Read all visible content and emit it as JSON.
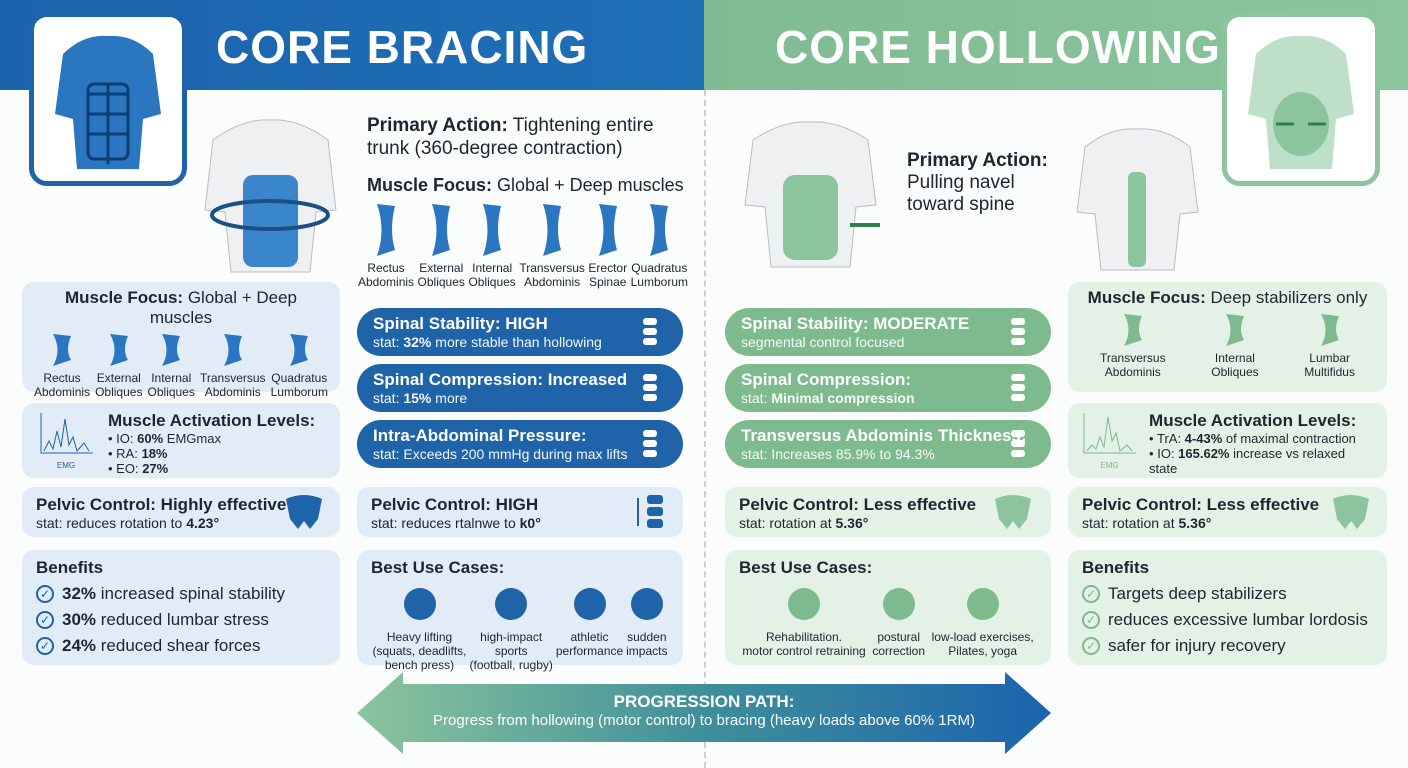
{
  "colors": {
    "bracing": "#1f63a9",
    "hollowing": "#7dba8e"
  },
  "bracing": {
    "title": "CORE BRACING",
    "primary_action": {
      "label": "Primary Action:",
      "text": "Tightening entire trunk (360-degree contraction)"
    },
    "muscle_focus_top": {
      "label": "Muscle Focus:",
      "text": "Global + Deep muscles",
      "muscles": [
        [
          "Rectus",
          "Abdominis"
        ],
        [
          "External",
          "Obliques"
        ],
        [
          "Internal",
          "Obliques"
        ],
        [
          "Transversus",
          "Abdominis"
        ],
        [
          "Erector",
          "Spinae"
        ],
        [
          "Quadratus",
          "Lumborum"
        ]
      ]
    },
    "muscle_focus": {
      "label": "Muscle Focus:",
      "text": "Global + Deep muscles",
      "muscles": [
        [
          "Rectus",
          "Abdominis"
        ],
        [
          "External",
          "Obliques"
        ],
        [
          "Internal",
          "Obliques"
        ],
        [
          "Transversus",
          "Abdominis"
        ],
        [
          "Quadratus",
          "Lumborum"
        ]
      ]
    },
    "activation": {
      "title": "Muscle Activation Levels:",
      "emg_label": "EMG",
      "items": [
        [
          "IO: ",
          "60%",
          " EMGmax"
        ],
        [
          "RA: ",
          "18%",
          ""
        ],
        [
          "EO: ",
          "27%",
          ""
        ]
      ]
    },
    "pelvic_card": {
      "title": "Pelvic Control: Highly effective",
      "stat": "stat: reduces rotation to ",
      "value": "4.23°"
    },
    "pills": [
      {
        "title": "Spinal Stability: HIGH",
        "stat": "stat: ",
        "bold": "32%",
        "rest": " more stable than hollowing",
        "icon": "spine-icon"
      },
      {
        "title": "Spinal Compression: Increased",
        "stat": "stat: ",
        "bold": "15%",
        "rest": " more",
        "icon": "compressed-spine-icon"
      },
      {
        "title": "Intra-Abdominal Pressure:",
        "stat": "stat: ",
        "bold": "",
        "rest": "Exceeds 200 mmHg during max lifts",
        "icon": "gauge-icon"
      }
    ],
    "pelvic_mid": {
      "title": "Pelvic Control: HIGH",
      "stat": "stat: reduces rtalnwe to ",
      "value": "k0°"
    },
    "benefits": {
      "title": "Benefits",
      "items": [
        [
          "32%",
          " increased spinal stability"
        ],
        [
          "30%",
          " reduced lumbar stress"
        ],
        [
          "24%",
          " reduced shear forces"
        ]
      ]
    },
    "use_cases": {
      "title": "Best Use Cases:",
      "items": [
        [
          "Heavy lifting",
          "(squats, deadlifts,",
          "bench press)"
        ],
        [
          "high-impact",
          "sports",
          "(football, rugby)"
        ],
        [
          "athletic",
          "performance",
          ""
        ],
        [
          "sudden",
          "impacts",
          ""
        ]
      ]
    }
  },
  "hollowing": {
    "title": "CORE HOLLOWING",
    "primary_action": {
      "label": "Primary Action:",
      "line1": "Pulling navel",
      "line2": "toward spine"
    },
    "pills": [
      {
        "title": "Spinal Stability: MODERATE",
        "stat": "segmental control focused",
        "bold": "",
        "rest": "",
        "icon": "spine-waves-icon"
      },
      {
        "title": "Spinal Compression:",
        "stat": "stat: ",
        "bold": "Minimal compression",
        "rest": "",
        "icon": "spine-arrows-icon"
      },
      {
        "title": "Transversus Abdominis Thickness:",
        "stat": "stat: Increases 85.9% to 94.3%",
        "bold": "",
        "rest": "",
        "icon": "muscle-fiber-icon"
      }
    ],
    "pelvic_mid": {
      "title": "Pelvic Control: Less effective",
      "stat": "stat: rotation at ",
      "value": "5.36°"
    },
    "use_cases": {
      "title": "Best Use Cases:",
      "items": [
        [
          "Rehabilitation.",
          "motor control retraining"
        ],
        [
          "postural",
          "correction"
        ],
        [
          "low-load exercises,",
          "Pilates, yoga"
        ]
      ]
    },
    "muscle_focus": {
      "label": "Muscle Focus:",
      "text": "Deep stabilizers only",
      "muscles": [
        [
          "Transversus",
          "Abdominis"
        ],
        [
          "Internal",
          "Obliques"
        ],
        [
          "Lumbar",
          "Multifidus"
        ]
      ]
    },
    "activation": {
      "title": "Muscle Activation Levels:",
      "emg_label": "EMG",
      "items": [
        [
          "TrA: ",
          "4-43%",
          " of maximal contraction"
        ],
        [
          "IO: ",
          "165.62%",
          " increase vs relaxed state"
        ]
      ]
    },
    "pelvic_card": {
      "title": "Pelvic Control: Less effective",
      "stat": "stat: rotation at ",
      "value": "5.36°"
    },
    "benefits": {
      "title": "Benefits",
      "items": [
        [
          "",
          "Targets deep stabilizers"
        ],
        [
          "",
          "reduces excessive lumbar lordosis"
        ],
        [
          "",
          "safer for injury recovery"
        ]
      ]
    }
  },
  "progression": {
    "title": "PROGRESSION PATH:",
    "text": "Progress from hollowing (motor control) to bracing (heavy loads above 60% 1RM)"
  }
}
